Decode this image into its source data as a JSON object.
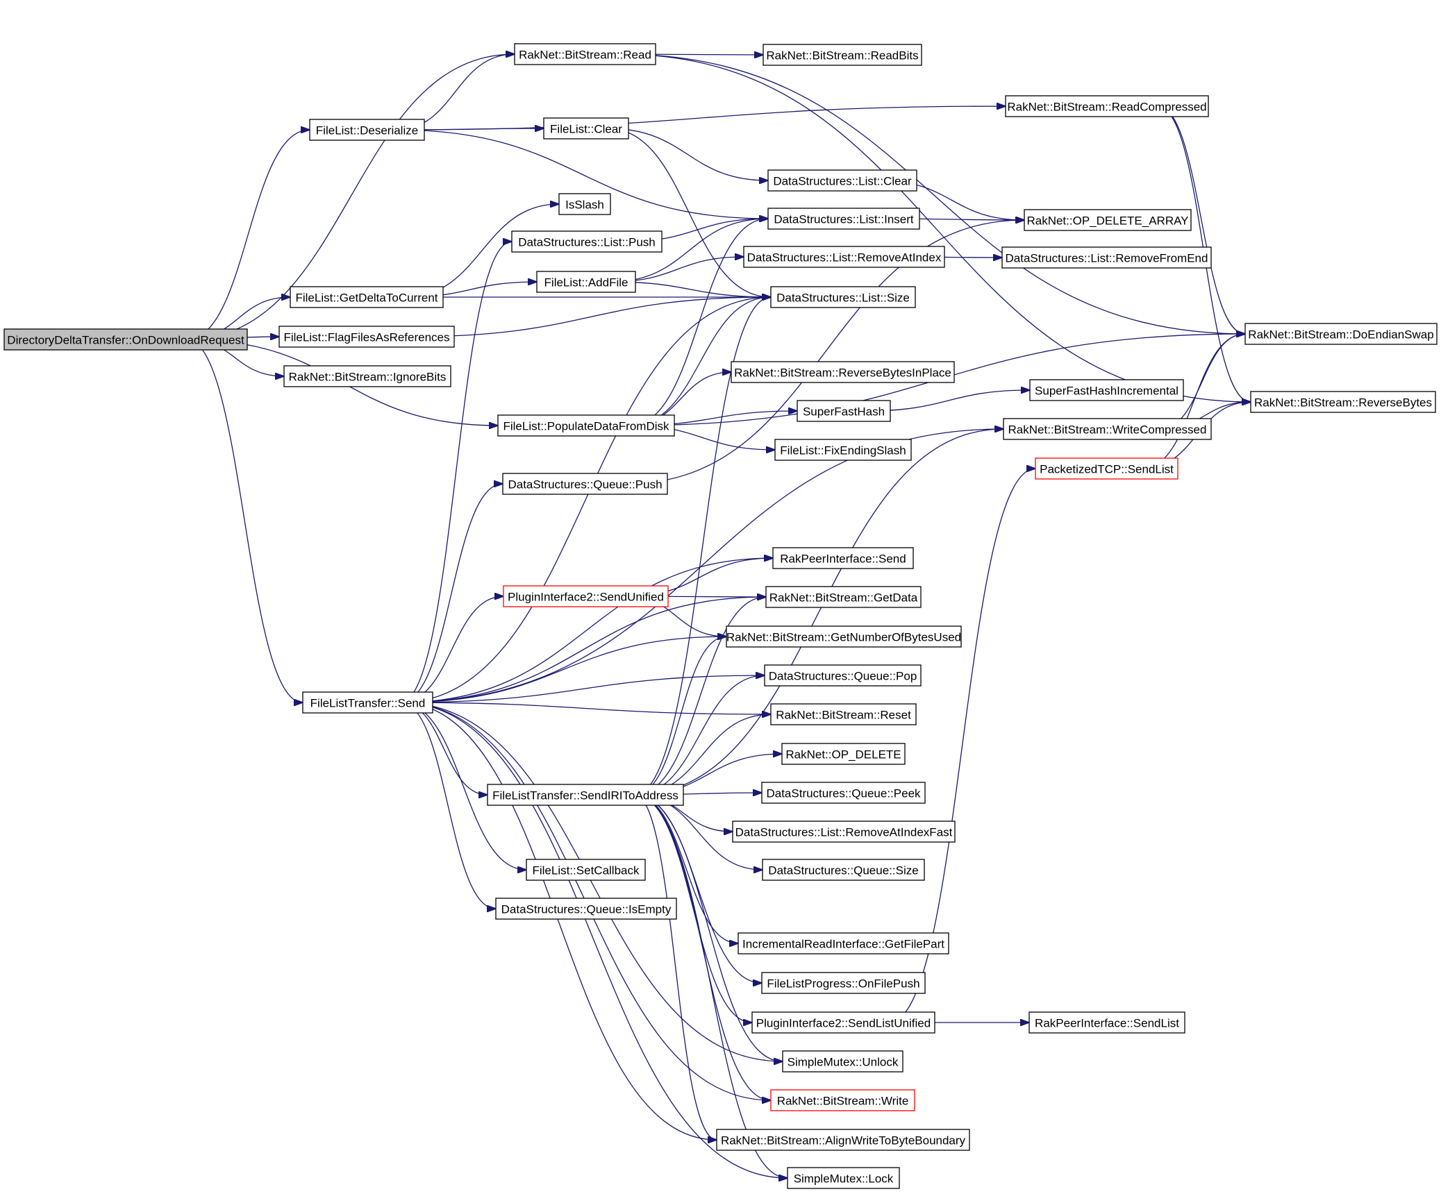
{
  "graph": {
    "colors": {
      "edge": "#191970",
      "node_border": "#000000",
      "highlight_border": "#ff0000",
      "root_fill": "#bfbfbf",
      "background": "#ffffff"
    },
    "nodes": [
      {
        "id": "root",
        "label": "DirectoryDeltaTransfer::OnDownloadRequest",
        "style": "root"
      },
      {
        "id": "fl_deserialize",
        "label": "FileList::Deserialize"
      },
      {
        "id": "fl_getdelta",
        "label": "FileList::GetDeltaToCurrent"
      },
      {
        "id": "fl_flagfiles",
        "label": "FileList::FlagFilesAsReferences"
      },
      {
        "id": "bs_ignorebits",
        "label": "RakNet::BitStream::IgnoreBits"
      },
      {
        "id": "fl_populate",
        "label": "FileList::PopulateDataFromDisk"
      },
      {
        "id": "flt_send",
        "label": "FileListTransfer::Send"
      },
      {
        "id": "bs_read",
        "label": "RakNet::BitStream::Read"
      },
      {
        "id": "bs_readbits",
        "label": "RakNet::BitStream::ReadBits"
      },
      {
        "id": "bs_readcompressed",
        "label": "RakNet::BitStream::ReadCompressed"
      },
      {
        "id": "fl_clear",
        "label": "FileList::Clear"
      },
      {
        "id": "ds_list_clear",
        "label": "DataStructures::List::Clear"
      },
      {
        "id": "isslash",
        "label": "IsSlash"
      },
      {
        "id": "ds_list_insert",
        "label": "DataStructures::List::Insert"
      },
      {
        "id": "op_delete_array",
        "label": "RakNet::OP_DELETE_ARRAY"
      },
      {
        "id": "ds_list_push",
        "label": "DataStructures::List::Push"
      },
      {
        "id": "fl_addfile",
        "label": "FileList::AddFile"
      },
      {
        "id": "ds_list_removeatindex",
        "label": "DataStructures::List::RemoveAtIndex"
      },
      {
        "id": "ds_list_removefromend",
        "label": "DataStructures::List::RemoveFromEnd"
      },
      {
        "id": "ds_list_size",
        "label": "DataStructures::List::Size"
      },
      {
        "id": "bs_doendianswap",
        "label": "RakNet::BitStream::DoEndianSwap"
      },
      {
        "id": "bs_reversebytesinplace",
        "label": "RakNet::BitStream::ReverseBytesInPlace"
      },
      {
        "id": "superfasthashinc",
        "label": "SuperFastHashIncremental"
      },
      {
        "id": "bs_reversebytes",
        "label": "RakNet::BitStream::ReverseBytes"
      },
      {
        "id": "superfasthash",
        "label": "SuperFastHash"
      },
      {
        "id": "bs_writecompressed",
        "label": "RakNet::BitStream::WriteCompressed"
      },
      {
        "id": "fl_fixendingslash",
        "label": "FileList::FixEndingSlash"
      },
      {
        "id": "ptcp_sendlist",
        "label": "PacketizedTCP::SendList",
        "style": "red"
      },
      {
        "id": "ds_queue_push",
        "label": "DataStructures::Queue::Push"
      },
      {
        "id": "rpi_send",
        "label": "RakPeerInterface::Send"
      },
      {
        "id": "pi2_sendunified",
        "label": "PluginInterface2::SendUnified",
        "style": "red"
      },
      {
        "id": "bs_getdata",
        "label": "RakNet::BitStream::GetData"
      },
      {
        "id": "bs_getnumbytes",
        "label": "RakNet::BitStream::GetNumberOfBytesUsed"
      },
      {
        "id": "ds_queue_pop",
        "label": "DataStructures::Queue::Pop"
      },
      {
        "id": "bs_reset",
        "label": "RakNet::BitStream::Reset"
      },
      {
        "id": "op_delete",
        "label": "RakNet::OP_DELETE"
      },
      {
        "id": "flt_sendirl",
        "label": "FileListTransfer::SendIRIToAddress"
      },
      {
        "id": "ds_queue_peek",
        "label": "DataStructures::Queue::Peek"
      },
      {
        "id": "ds_list_removeatindexfast",
        "label": "DataStructures::List::RemoveAtIndexFast"
      },
      {
        "id": "fl_setcallback",
        "label": "FileList::SetCallback"
      },
      {
        "id": "ds_queue_size",
        "label": "DataStructures::Queue::Size"
      },
      {
        "id": "ds_queue_isempty",
        "label": "DataStructures::Queue::IsEmpty"
      },
      {
        "id": "iri_getfilepart",
        "label": "IncrementalReadInterface::GetFilePart"
      },
      {
        "id": "flp_onfilepush",
        "label": "FileListProgress::OnFilePush"
      },
      {
        "id": "pi2_sendlistunified",
        "label": "PluginInterface2::SendListUnified"
      },
      {
        "id": "rpi_sendlist",
        "label": "RakPeerInterface::SendList"
      },
      {
        "id": "sm_unlock",
        "label": "SimpleMutex::Unlock"
      },
      {
        "id": "bs_write",
        "label": "RakNet::BitStream::Write",
        "style": "red"
      },
      {
        "id": "bs_alignwrite",
        "label": "RakNet::BitStream::AlignWriteToByteBoundary"
      },
      {
        "id": "sm_lock",
        "label": "SimpleMutex::Lock"
      }
    ],
    "edges": [
      [
        "root",
        "bs_read"
      ],
      [
        "root",
        "fl_deserialize"
      ],
      [
        "root",
        "fl_getdelta"
      ],
      [
        "root",
        "fl_flagfiles"
      ],
      [
        "root",
        "bs_ignorebits"
      ],
      [
        "root",
        "fl_populate"
      ],
      [
        "root",
        "flt_send"
      ],
      [
        "fl_deserialize",
        "bs_read"
      ],
      [
        "fl_deserialize",
        "bs_readcompressed"
      ],
      [
        "fl_deserialize",
        "fl_clear"
      ],
      [
        "fl_deserialize",
        "ds_list_insert"
      ],
      [
        "bs_read",
        "bs_readbits"
      ],
      [
        "bs_read",
        "bs_doendianswap"
      ],
      [
        "bs_read",
        "bs_reversebytes"
      ],
      [
        "bs_readcompressed",
        "bs_doendianswap"
      ],
      [
        "bs_readcompressed",
        "bs_reversebytes"
      ],
      [
        "fl_clear",
        "ds_list_clear"
      ],
      [
        "fl_clear",
        "ds_list_size"
      ],
      [
        "ds_list_clear",
        "op_delete_array"
      ],
      [
        "ds_list_insert",
        "op_delete_array"
      ],
      [
        "fl_getdelta",
        "isslash"
      ],
      [
        "fl_getdelta",
        "fl_addfile"
      ],
      [
        "fl_getdelta",
        "ds_list_size"
      ],
      [
        "fl_addfile",
        "ds_list_insert"
      ],
      [
        "fl_addfile",
        "ds_list_removeatindex"
      ],
      [
        "fl_addfile",
        "ds_list_size"
      ],
      [
        "ds_list_push",
        "ds_list_insert"
      ],
      [
        "ds_list_removeatindex",
        "ds_list_removefromend"
      ],
      [
        "fl_flagfiles",
        "ds_list_size"
      ],
      [
        "fl_populate",
        "ds_list_insert"
      ],
      [
        "fl_populate",
        "ds_list_size"
      ],
      [
        "fl_populate",
        "bs_reversebytesinplace"
      ],
      [
        "fl_populate",
        "superfasthash"
      ],
      [
        "fl_populate",
        "fl_fixendingslash"
      ],
      [
        "fl_populate",
        "bs_doendianswap"
      ],
      [
        "superfasthash",
        "superfasthashinc"
      ],
      [
        "bs_writecompressed",
        "bs_doendianswap"
      ],
      [
        "bs_writecompressed",
        "bs_reversebytes"
      ],
      [
        "ptcp_sendlist",
        "bs_doendianswap"
      ],
      [
        "ptcp_sendlist",
        "bs_reversebytes"
      ],
      [
        "ds_queue_push",
        "op_delete_array"
      ],
      [
        "pi2_sendunified",
        "rpi_send"
      ],
      [
        "pi2_sendunified",
        "bs_getdata"
      ],
      [
        "pi2_sendunified",
        "bs_getnumbytes"
      ],
      [
        "pi2_sendlistunified",
        "rpi_sendlist"
      ],
      [
        "pi2_sendlistunified",
        "ptcp_sendlist"
      ],
      [
        "flt_send",
        "ds_list_push"
      ],
      [
        "flt_send",
        "ds_list_size"
      ],
      [
        "flt_send",
        "ds_queue_push"
      ],
      [
        "flt_send",
        "bs_writecompressed"
      ],
      [
        "flt_send",
        "rpi_send"
      ],
      [
        "flt_send",
        "pi2_sendunified"
      ],
      [
        "flt_send",
        "bs_getdata"
      ],
      [
        "flt_send",
        "bs_getnumbytes"
      ],
      [
        "flt_send",
        "ds_queue_pop"
      ],
      [
        "flt_send",
        "bs_reset"
      ],
      [
        "flt_send",
        "flt_sendirl"
      ],
      [
        "flt_send",
        "fl_setcallback"
      ],
      [
        "flt_send",
        "ds_queue_isempty"
      ],
      [
        "flt_send",
        "sm_unlock"
      ],
      [
        "flt_send",
        "bs_write"
      ],
      [
        "flt_send",
        "bs_alignwrite"
      ],
      [
        "flt_send",
        "sm_lock"
      ],
      [
        "flt_sendirl",
        "ds_list_size"
      ],
      [
        "flt_sendirl",
        "bs_getdata"
      ],
      [
        "flt_sendirl",
        "bs_getnumbytes"
      ],
      [
        "flt_sendirl",
        "ds_queue_pop"
      ],
      [
        "flt_sendirl",
        "bs_reset"
      ],
      [
        "flt_sendirl",
        "op_delete"
      ],
      [
        "flt_sendirl",
        "ds_queue_peek"
      ],
      [
        "flt_sendirl",
        "ds_list_removeatindexfast"
      ],
      [
        "flt_sendirl",
        "ds_queue_size"
      ],
      [
        "flt_sendirl",
        "bs_writecompressed"
      ],
      [
        "flt_sendirl",
        "iri_getfilepart"
      ],
      [
        "flt_sendirl",
        "flp_onfilepush"
      ],
      [
        "flt_sendirl",
        "pi2_sendlistunified"
      ],
      [
        "flt_sendirl",
        "sm_unlock"
      ],
      [
        "flt_sendirl",
        "bs_write"
      ],
      [
        "flt_sendirl",
        "bs_alignwrite"
      ],
      [
        "flt_sendirl",
        "sm_lock"
      ]
    ]
  }
}
